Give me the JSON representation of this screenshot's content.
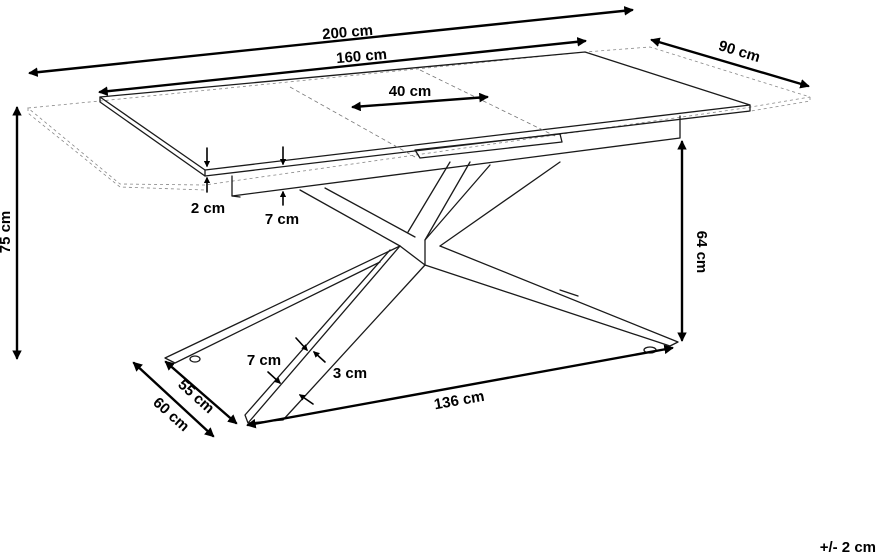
{
  "dimensions": {
    "total_length": "200 cm",
    "table_length": "160 cm",
    "extension": "40 cm",
    "depth": "90 cm",
    "total_height": "75 cm",
    "leg_height": "64 cm",
    "top_thickness": "2 cm",
    "apron_height": "7 cm",
    "leg_width": "7 cm",
    "leg_thickness": "3 cm",
    "foot_depth_inner": "55 cm",
    "foot_depth_outer": "60 cm",
    "base_length": "136 cm"
  },
  "tolerance": "+/- 2 cm"
}
